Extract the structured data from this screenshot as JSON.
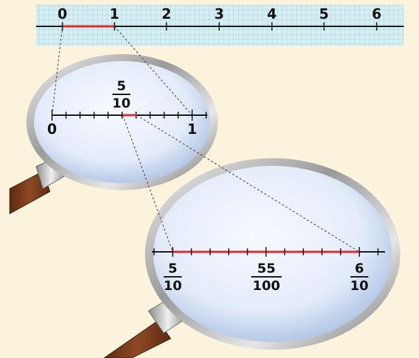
{
  "colors": {
    "background": "#fbf3dc",
    "grid_bg": "#d6eef2",
    "grid_line": "#8fcad6",
    "highlight": "#e0262b",
    "axis": "#111111",
    "handle": "#7a3d1e",
    "glass_center": "#f7f9ff",
    "glass_edge": "#b6c9e6"
  },
  "top_line": {
    "labels": [
      "0",
      "1",
      "2",
      "3",
      "4",
      "5",
      "6"
    ],
    "highlight_interval": [
      0,
      1
    ]
  },
  "zoom1": {
    "left_label": "0",
    "right_label": "1",
    "annotation": {
      "numerator": "5",
      "denominator": "10"
    },
    "subdivisions": 10,
    "highlight_interval": [
      5,
      6
    ]
  },
  "zoom2": {
    "left": {
      "numerator": "5",
      "denominator": "10"
    },
    "middle": {
      "numerator": "55",
      "denominator": "100"
    },
    "right": {
      "numerator": "6",
      "denominator": "10"
    },
    "subdivisions": 10
  },
  "icons": {
    "magnifier_small": "magnifying-glass-icon",
    "magnifier_large": "magnifying-glass-icon"
  }
}
